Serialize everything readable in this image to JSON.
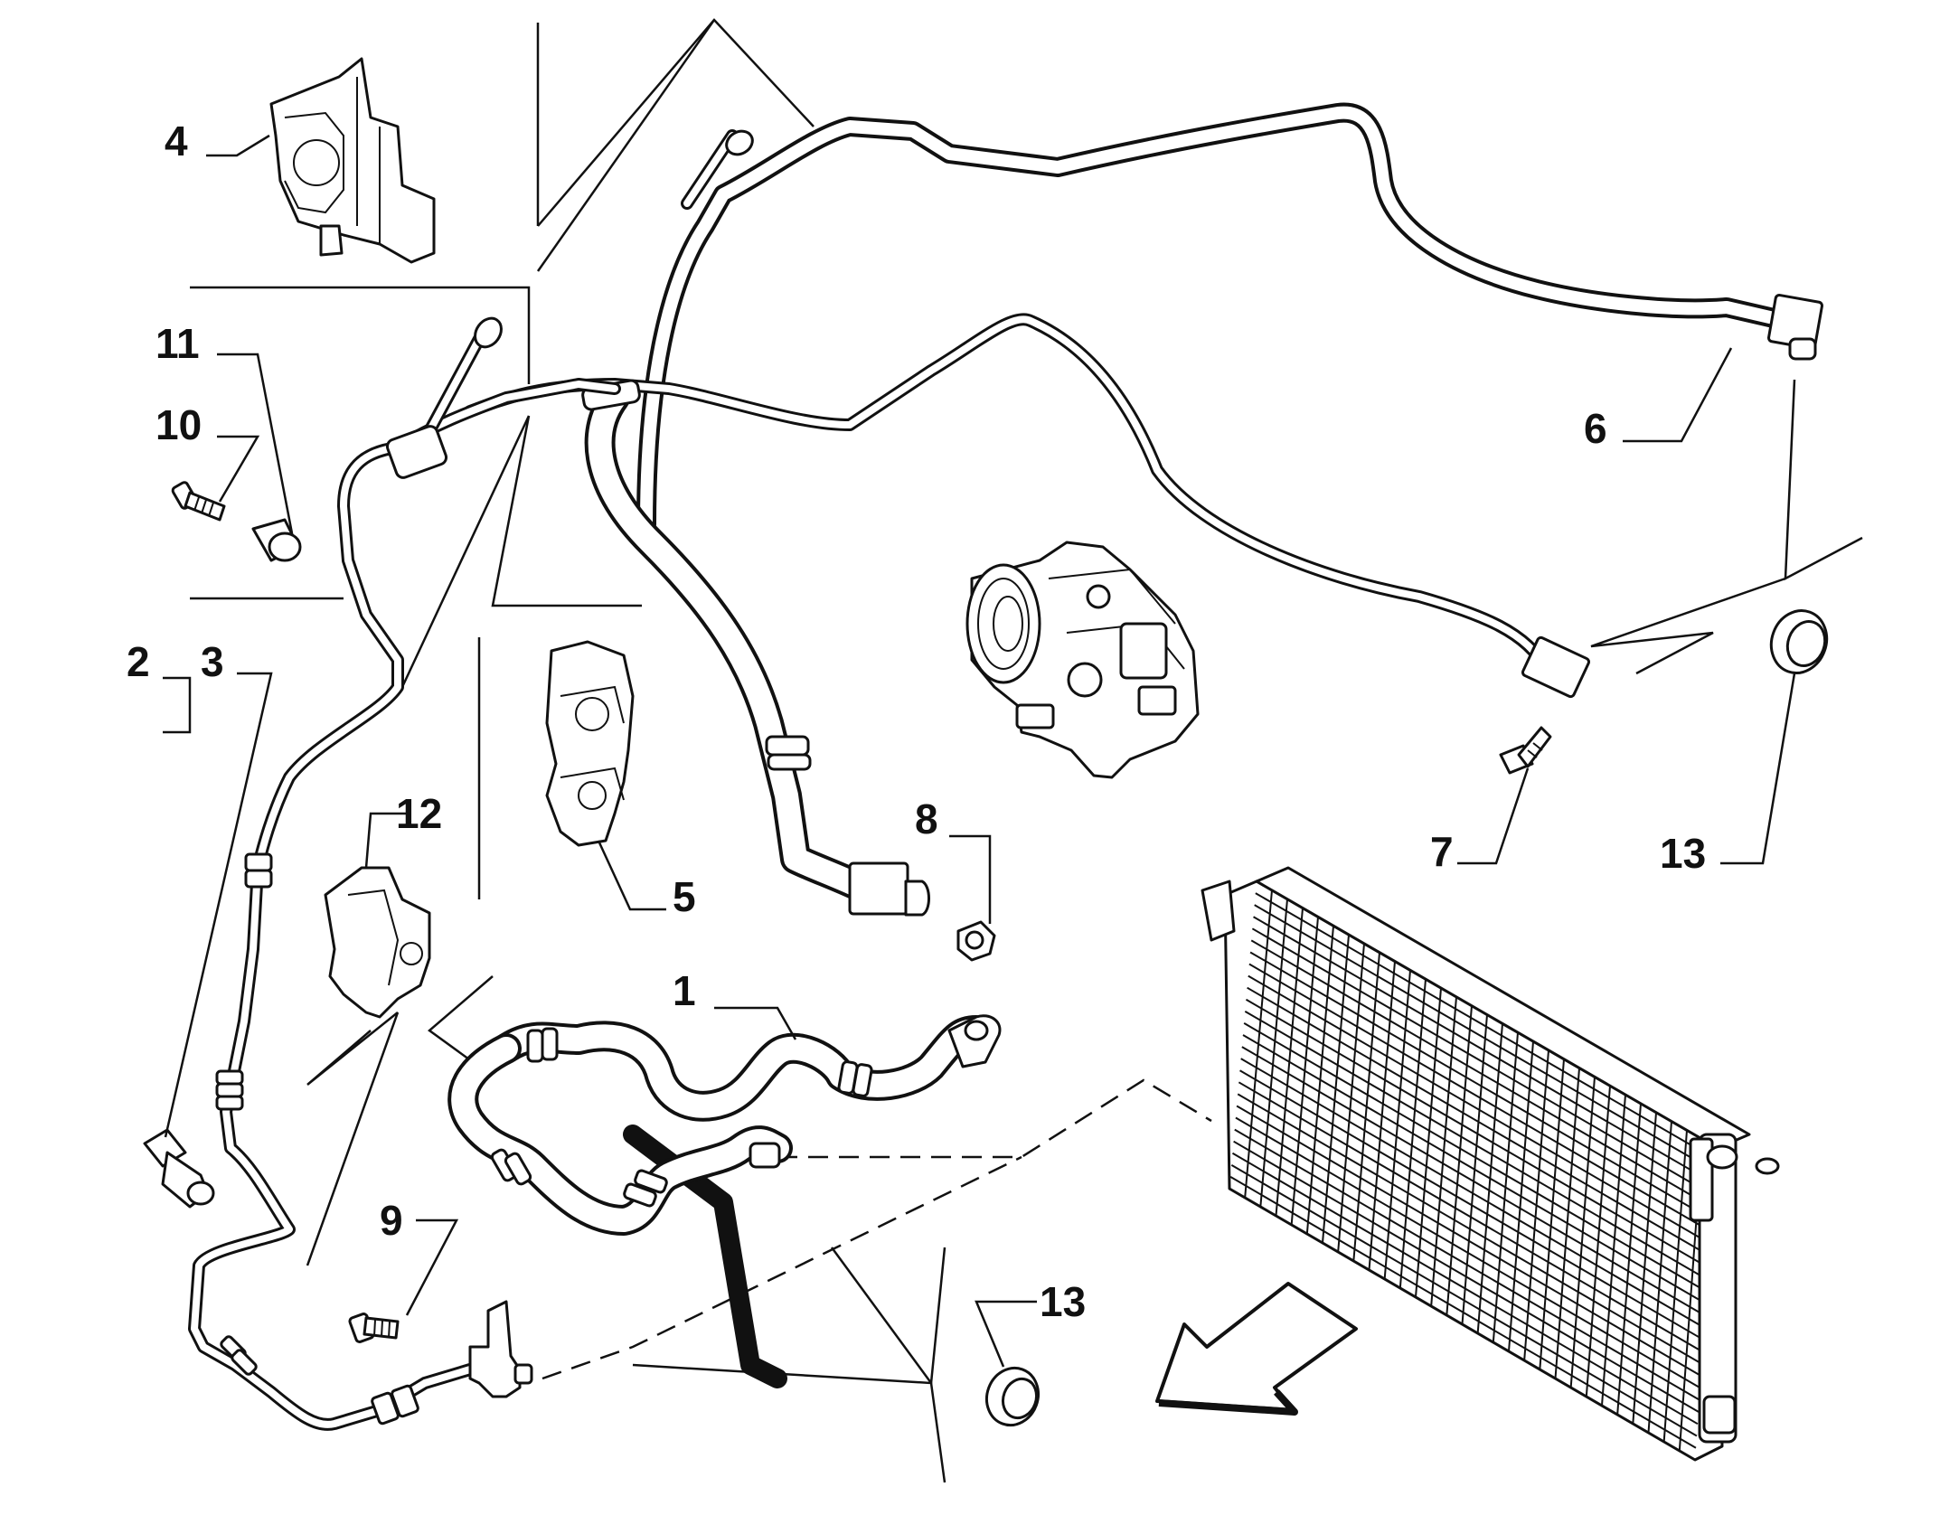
{
  "diagram": {
    "callouts": {
      "c1": "1",
      "c2": "2",
      "c3": "3",
      "c4": "4",
      "c5": "5",
      "c6": "6",
      "c7": "7",
      "c8": "8",
      "c9": "9",
      "c10": "10",
      "c11": "11",
      "c12": "12",
      "c13a": "13",
      "c13b": "13"
    },
    "colors": {
      "line": "#111111",
      "background": "#ffffff"
    }
  }
}
